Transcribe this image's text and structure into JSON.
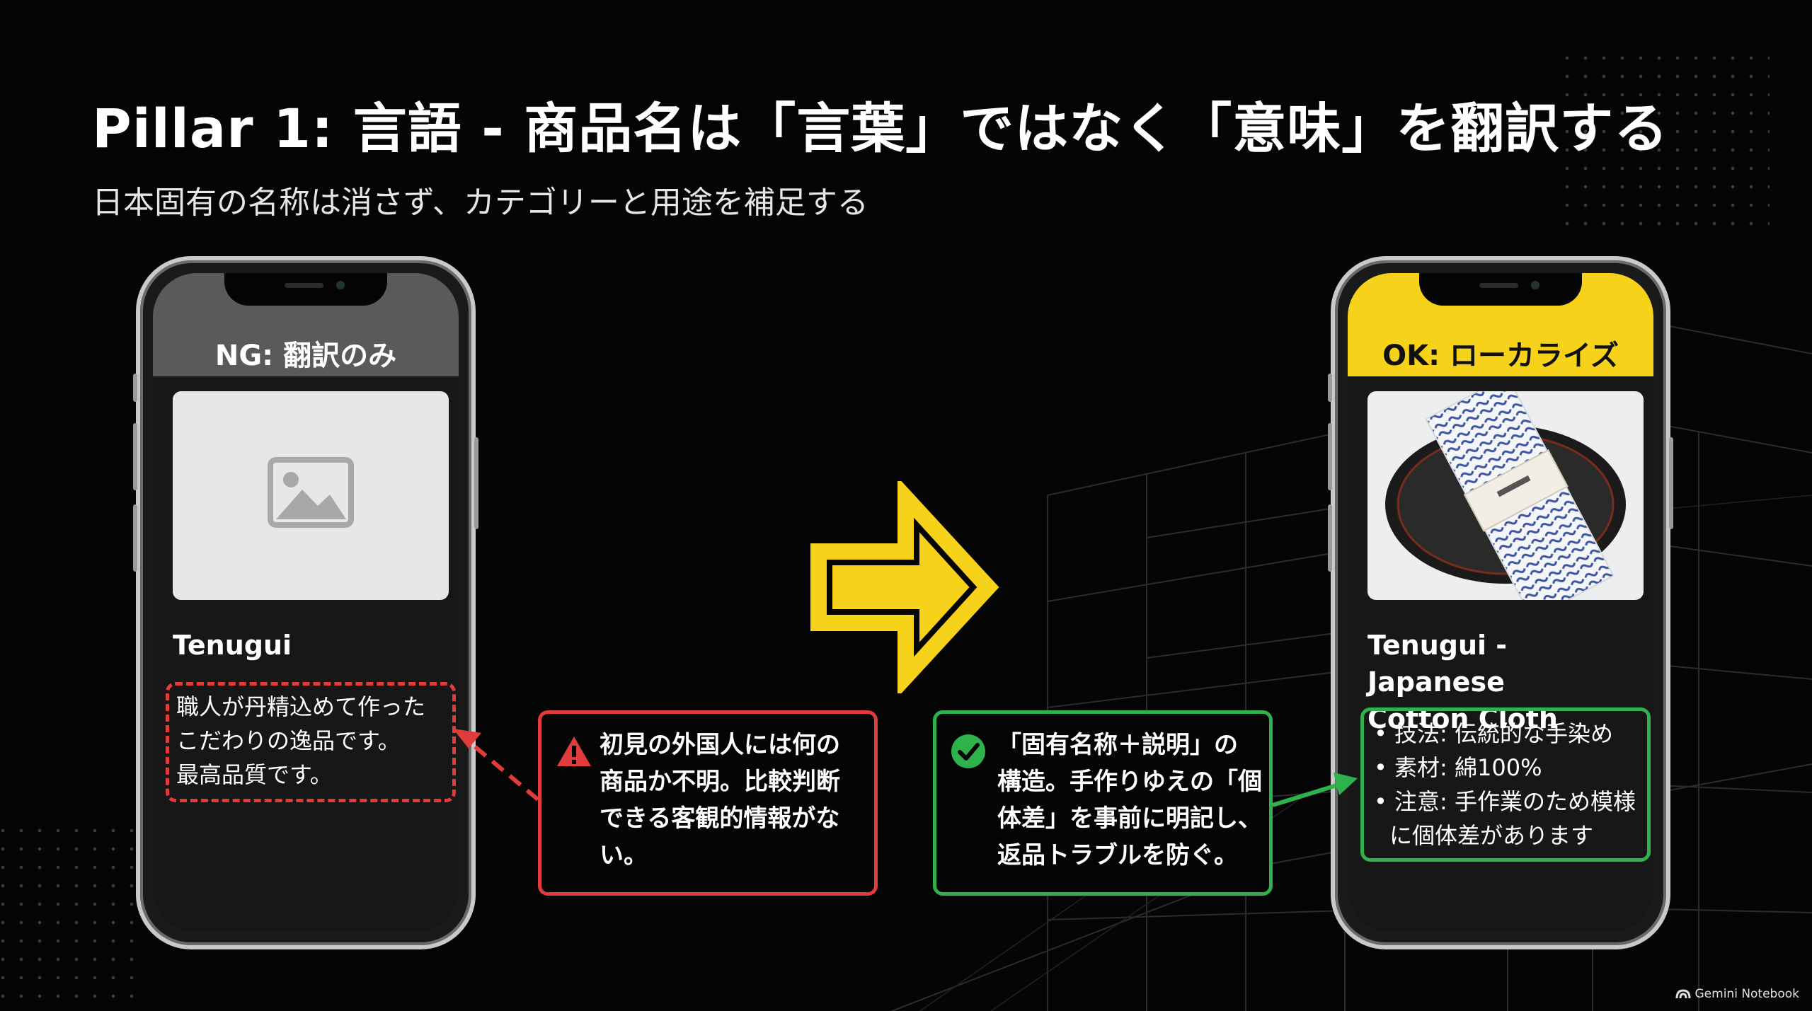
{
  "slide": {
    "title": "Pillar 1: 言語 - 商品名は「言葉」ではなく「意味」を翻訳する",
    "subtitle": "日本固有の名称は消さず、カテゴリーと用途を補足する"
  },
  "ng_phone": {
    "header": "NG: 翻訳のみ",
    "product_name": "Tenugui",
    "description_lines": [
      "職人が丹精込めて作った",
      "こだわりの逸品です。",
      "最高品質です。"
    ]
  },
  "ok_phone": {
    "header": "OK: ローカライズ",
    "product_name_lines": [
      "Tenugui - Japanese",
      "Cotton Cloth"
    ],
    "spec_lines": [
      "• 技法: 伝統的な手染め",
      "• 素材: 綿100%",
      "• 注意: 手作業のため模様",
      "に個体差があります"
    ]
  },
  "ng_callout": {
    "lines": [
      "初見の外国人には何の",
      "商品か不明。比較判断",
      "できる客観的情報がな",
      "い。"
    ]
  },
  "ok_callout": {
    "lines": [
      "「固有名称＋説明」の",
      "構造。手作りゆえの「個",
      "体差」を事前に明記し、",
      "返品トラブルを防ぐ。"
    ]
  },
  "footer": {
    "brand": "Gemini Notebook"
  },
  "colors": {
    "accent_yellow": "#f7d21a",
    "ng_red": "#e23b3b",
    "ok_green": "#2fb24c",
    "ng_header_gray": "#5a5a5a",
    "background": "#050505"
  },
  "icons": [
    "image-placeholder-icon",
    "warning-icon",
    "check-circle-icon",
    "arrow-right-icon",
    "notebook-logo-icon"
  ]
}
